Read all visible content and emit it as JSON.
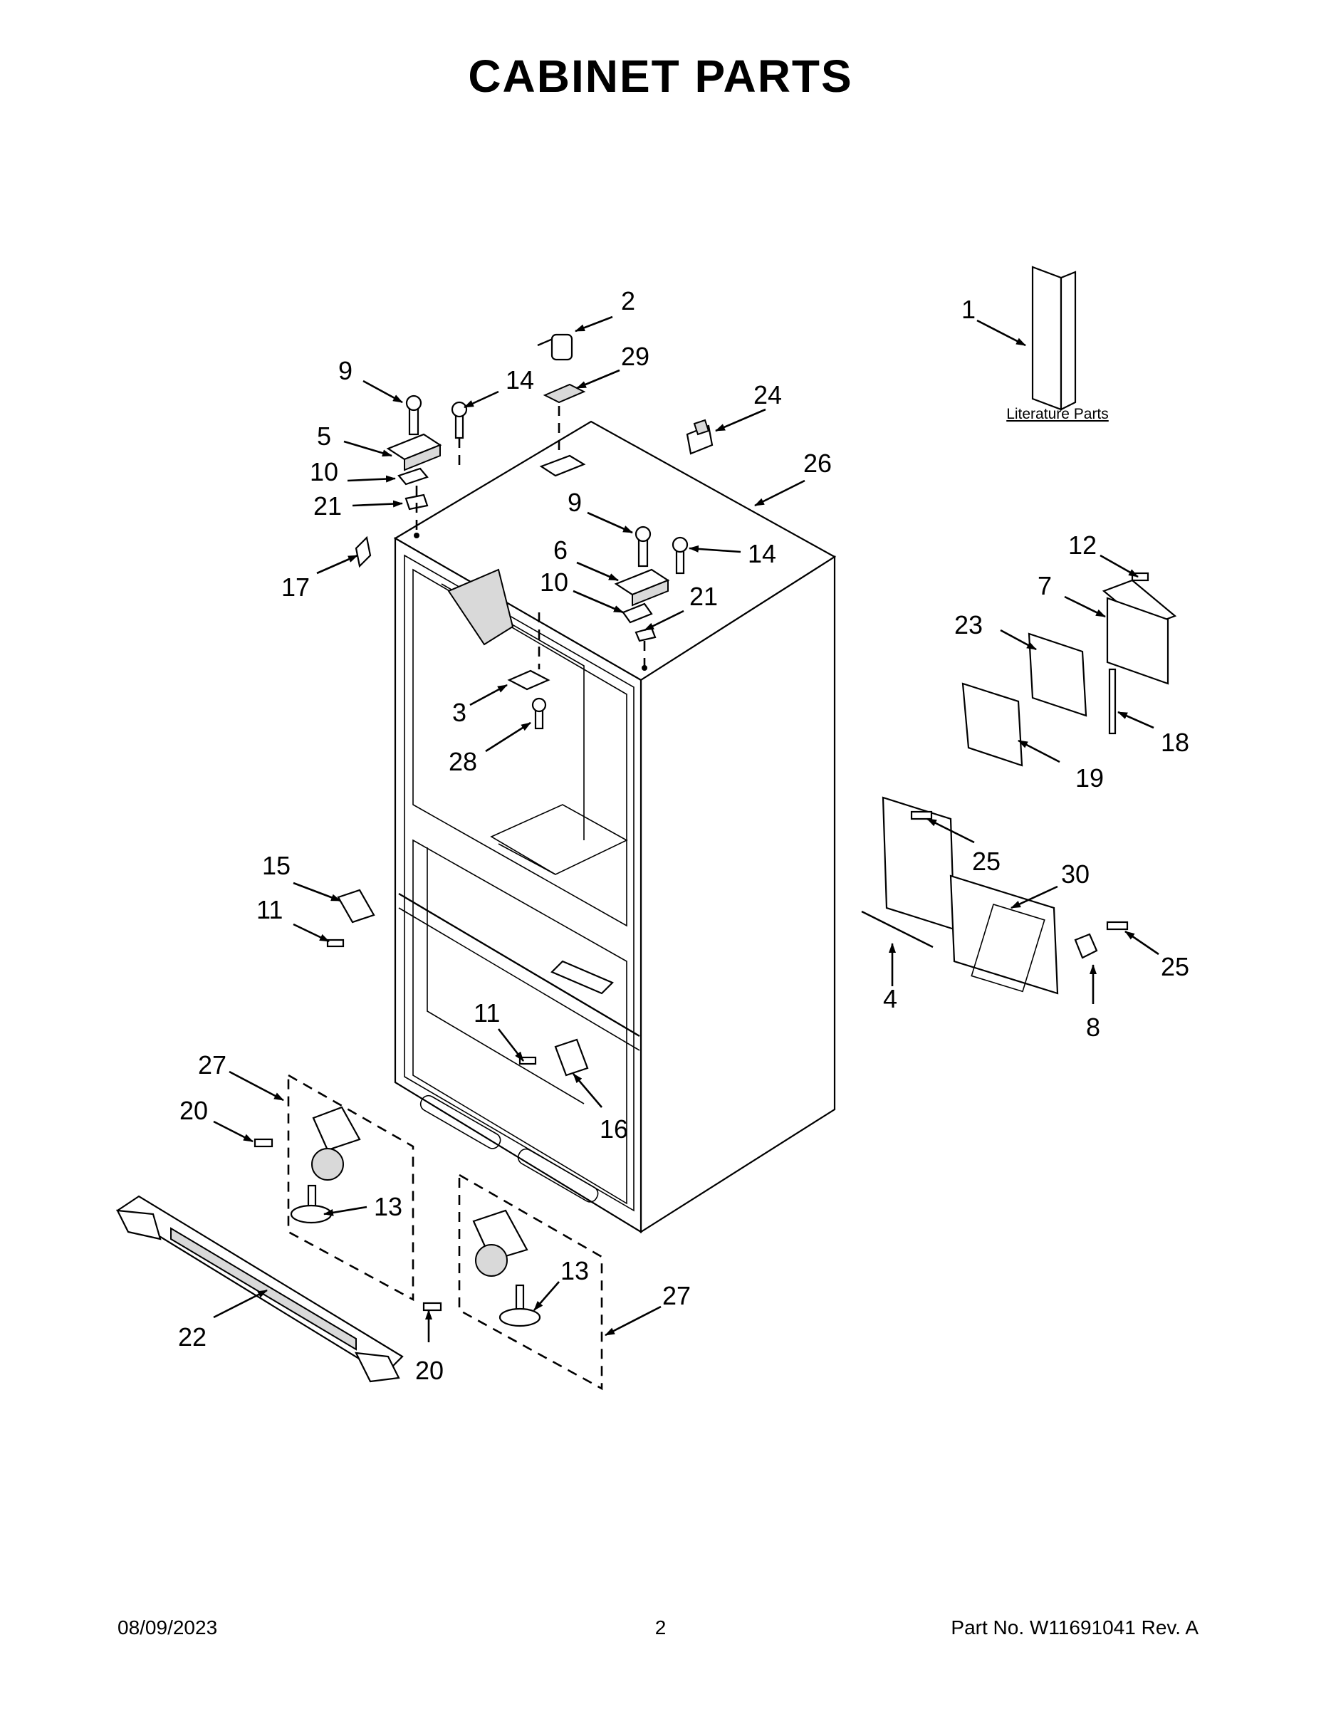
{
  "title": "CABINET PARTS",
  "literature_label": "Literature Parts",
  "callouts": {
    "c1": "1",
    "c2": "2",
    "c3": "3",
    "c4": "4",
    "c5": "5",
    "c6": "6",
    "c7": "7",
    "c8": "8",
    "c9": "9",
    "c10": "10",
    "c11": "11",
    "c12": "12",
    "c13": "13",
    "c14": "14",
    "c15": "15",
    "c16": "16",
    "c17": "17",
    "c18": "18",
    "c19": "19",
    "c20": "20",
    "c21": "21",
    "c22": "22",
    "c23": "23",
    "c24": "24",
    "c25": "25",
    "c26": "26",
    "c27": "27",
    "c28": "28",
    "c29": "29",
    "c30": "30"
  },
  "footer": {
    "date": "08/09/2023",
    "page": "2",
    "part_no": "Part No.  W11691041   Rev.  A"
  }
}
